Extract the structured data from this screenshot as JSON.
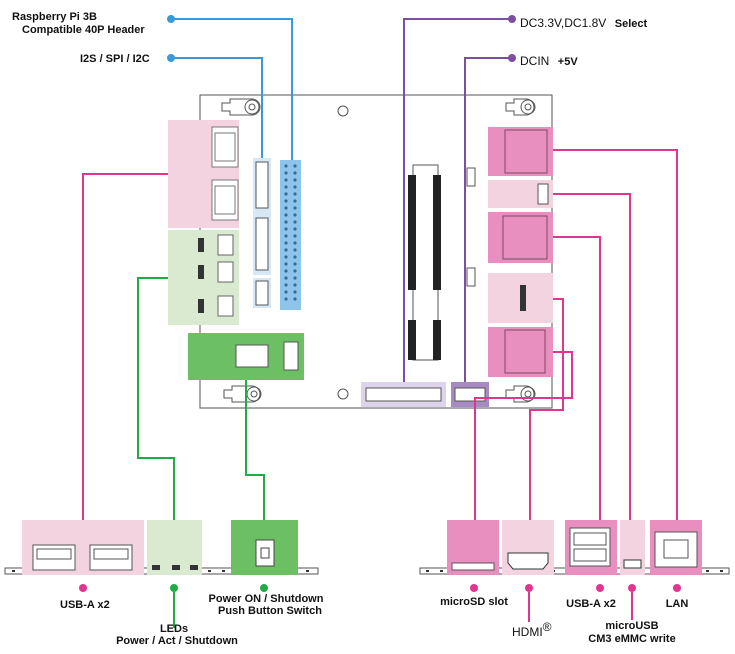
{
  "callouts": {
    "rpi_header_line1": "Raspberry Pi 3B",
    "rpi_header_line2": "Compatible 40P Header",
    "i2s_spi_i2c": "I2S / SPI / I2C",
    "dc_select_value": "DC3.3V,DC1.8V",
    "dc_select_word": "Select",
    "dcin_label": "DCIN",
    "dcin_value": "+5V"
  },
  "bottom_labels": {
    "usb_a_left": "USB-A x2",
    "leds_line1": "LEDs",
    "leds_line2": "Power / Act / Shutdown",
    "power_switch_line1": "Power ON / Shutdown",
    "power_switch_line2": "Push Button Switch",
    "microsd": "microSD slot",
    "hdmi": "HDMI",
    "hdmi_mark": "®",
    "usb_a_right": "USB-A x2",
    "microusb_line1": "microUSB",
    "microusb_line2": "CM3 eMMC write",
    "lan": "LAN"
  },
  "colors": {
    "pink_line": "#e0368f",
    "pink_fill": "#e98fbf",
    "pink_light": "#f3d3e0",
    "green_line": "#22aa44",
    "green_fill": "#6cbf63",
    "green_light": "#d9ead0",
    "blue_line": "#3a9ad9",
    "blue_fill": "#8ec3ea",
    "blue_light": "#d6e7f6",
    "purple_line": "#7c4fa0",
    "purple_fill": "#a78ac3",
    "purple_light": "#ddd3ea",
    "board_outline": "#555555"
  }
}
